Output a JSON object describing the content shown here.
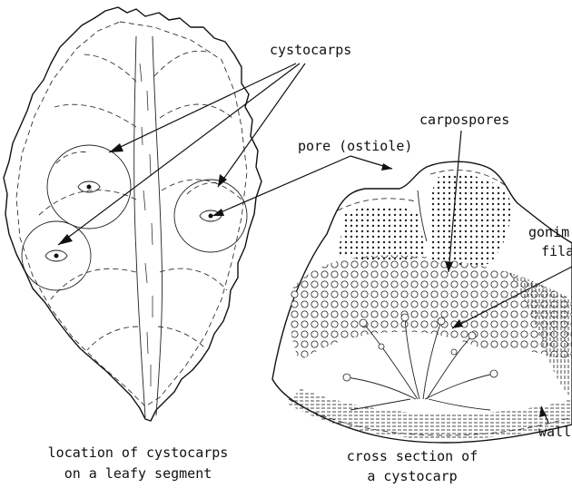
{
  "labels": {
    "cystocarps": "cystocarps",
    "carpospores": "carpospores",
    "pore": "pore (ostiole)",
    "gonim": "gonim",
    "fila": "fila",
    "wall": "wall"
  },
  "captions": {
    "left_line1": "location of cystocarps",
    "left_line2": "on a leafy segment",
    "right_line1": "cross section of",
    "right_line2": "a cystocarp"
  }
}
